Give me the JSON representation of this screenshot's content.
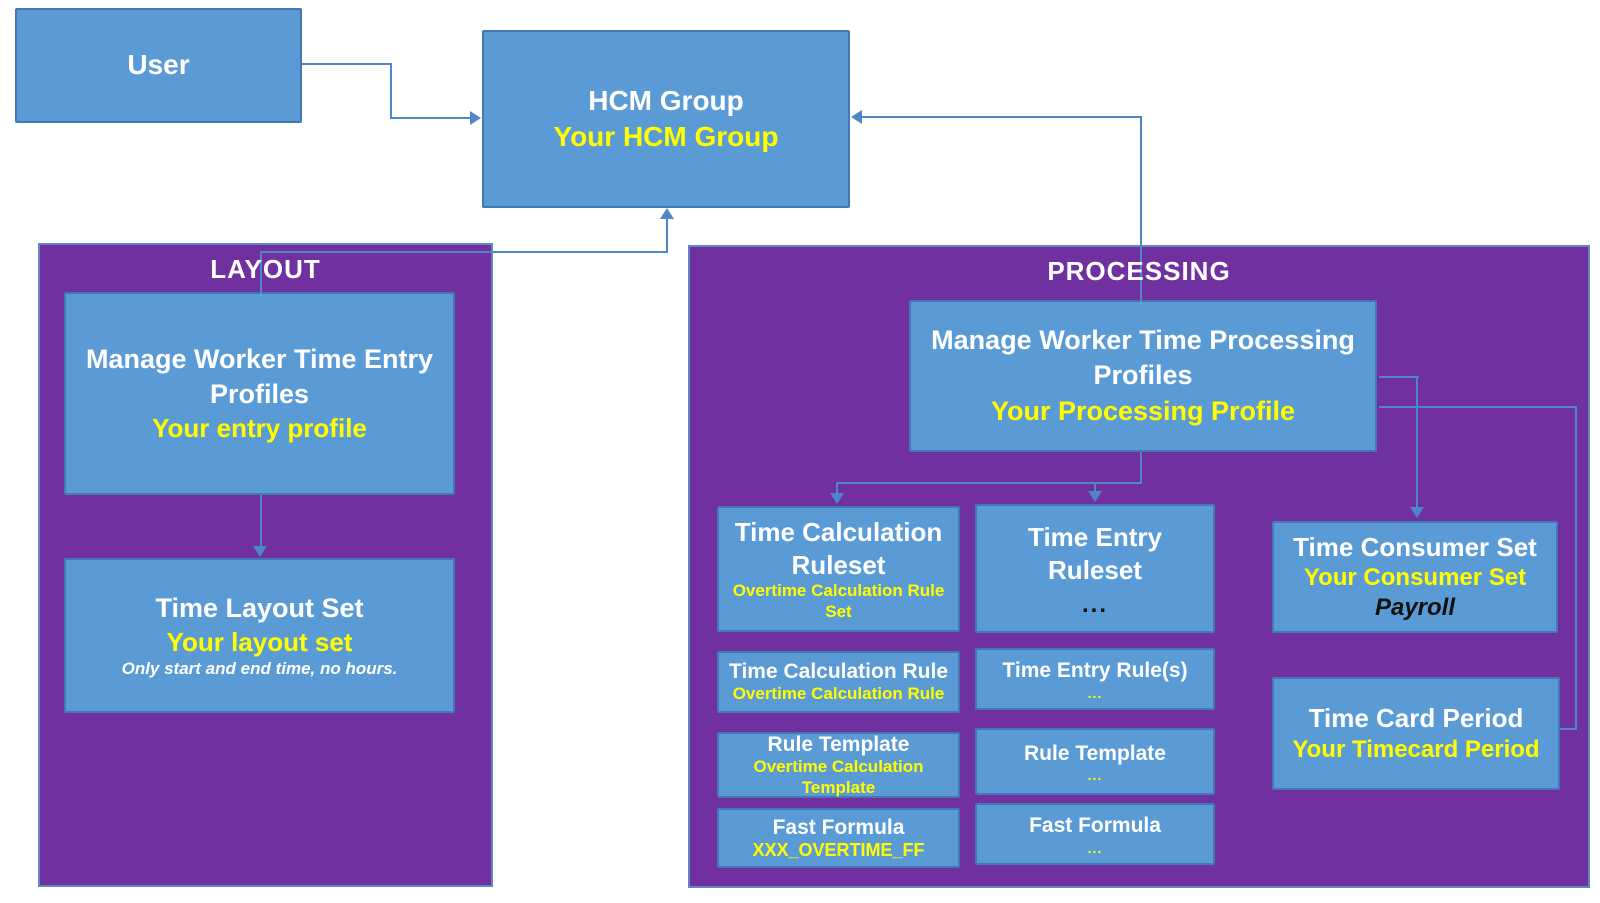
{
  "colors": {
    "box_fill": "#5B9BD5",
    "box_border": "#4478B5",
    "panel_fill": "#7030A0",
    "panel_border": "#6286C0",
    "line": "#4E86C6",
    "yellow": "#FFFF00",
    "ink": "#111111"
  },
  "user_box": {
    "title": "User"
  },
  "hcm_box": {
    "title": "HCM Group",
    "subtitle": "Your HCM Group"
  },
  "layout": {
    "title": "LAYOUT",
    "entry_profile": {
      "title": "Manage Worker Time Entry Profiles",
      "subtitle": "Your entry profile"
    },
    "layout_set": {
      "title": "Time Layout Set",
      "subtitle": "Your layout set",
      "note": "Only start and end time, no hours."
    }
  },
  "processing": {
    "title": "PROCESSING",
    "profile": {
      "title": "Manage Worker Time Processing Profiles",
      "subtitle": "Your Processing Profile"
    },
    "calc_ruleset": {
      "title": "Time Calculation Ruleset",
      "subtitle": "Overtime Calculation Rule Set"
    },
    "entry_ruleset": {
      "title": "Time Entry Ruleset",
      "note": "..."
    },
    "calc_rule": {
      "title": "Time Calculation Rule",
      "subtitle": "Overtime Calculation Rule"
    },
    "entry_rule": {
      "title": "Time Entry Rule(s)",
      "note": "..."
    },
    "calc_template": {
      "title": "Rule Template",
      "subtitle": "Overtime Calculation Template"
    },
    "entry_template": {
      "title": "Rule Template",
      "note": "..."
    },
    "calc_formula": {
      "title": "Fast Formula",
      "subtitle": "XXX_OVERTIME_FF"
    },
    "entry_formula": {
      "title": "Fast Formula",
      "note": "..."
    },
    "consumer_set": {
      "title": "Time Consumer Set",
      "subtitle": "Your Consumer Set",
      "note": "Payroll"
    },
    "card_period": {
      "title": "Time Card Period",
      "subtitle": "Your Timecard Period"
    }
  }
}
